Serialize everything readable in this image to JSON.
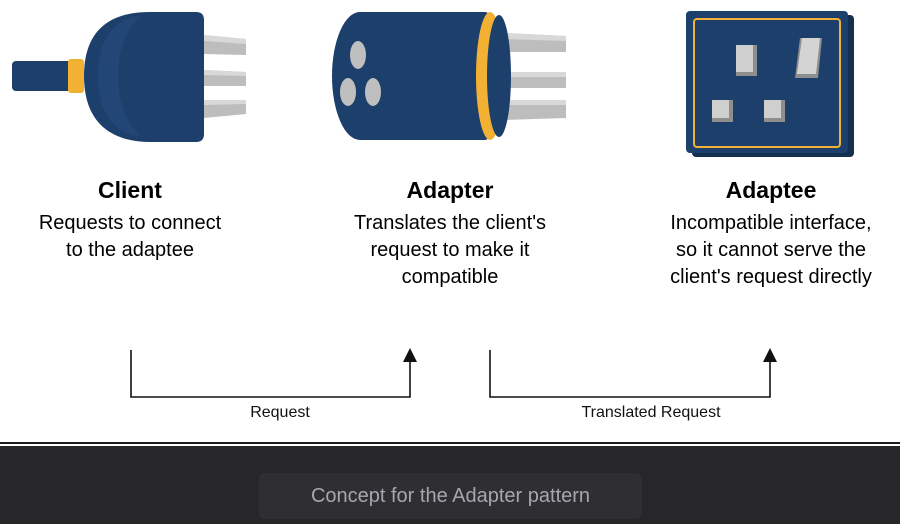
{
  "client": {
    "title": "Client",
    "description_lines": [
      "Requests to connect",
      "to the adaptee"
    ]
  },
  "adapter": {
    "title": "Adapter",
    "description_lines": [
      "Translates the client's",
      "request to make it",
      "compatible"
    ]
  },
  "adaptee": {
    "title": "Adaptee",
    "description_lines": [
      "Incompatible interface,",
      "so it cannot serve the",
      "client's request directly"
    ]
  },
  "arrows": {
    "request_label": "Request",
    "translated_label": "Translated Request"
  },
  "caption": "Concept for the Adapter pattern",
  "colors": {
    "plug_blue": "#1d3f6b",
    "accent_yellow": "#f2b133",
    "prong_grey": "#bdbdbd",
    "footer_bg": "#27272a"
  },
  "icons": {
    "client": "plug-icon",
    "adapter": "adapter-icon",
    "adaptee": "wall-socket-icon"
  }
}
